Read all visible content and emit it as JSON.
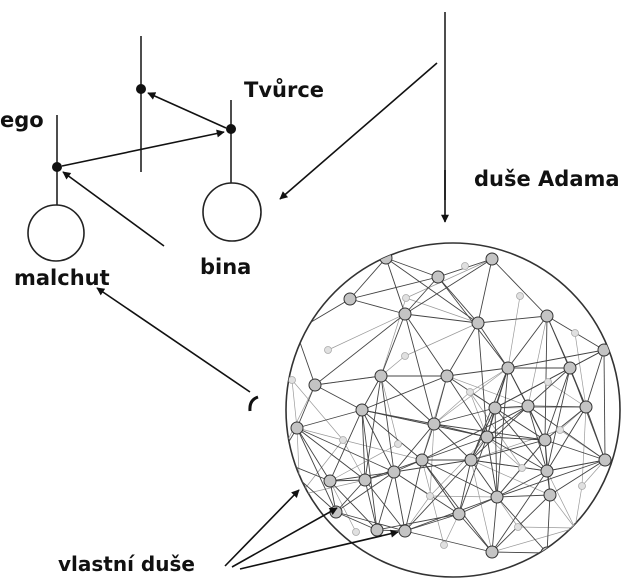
{
  "labels": {
    "ego": "ego",
    "tvurce": "Tvůrce",
    "duse_adama": "duše Adama",
    "malchut": "malchut",
    "bina": "bina",
    "vlastni_duse": "vlastní duše"
  },
  "colors": {
    "ink": "#111111",
    "network_node_fill": "#c4c4c4",
    "network_line": "#444444",
    "network_faint": "#9a9a9a"
  }
}
